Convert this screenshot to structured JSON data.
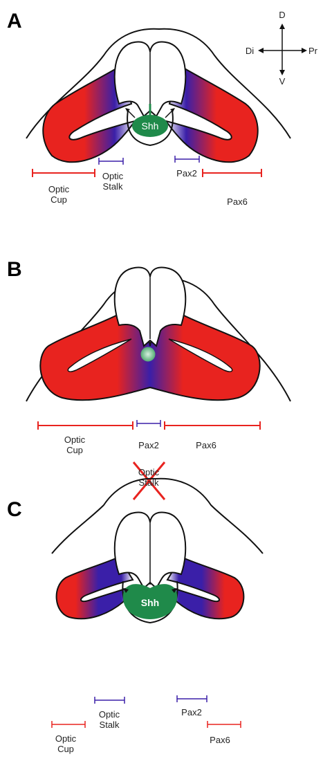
{
  "panels": [
    {
      "letter": "A",
      "shh_label": "Shh",
      "labels": {
        "optic_cup_line1": "Optic",
        "optic_cup_line2": "Cup",
        "optic_stalk_line1": "Optic",
        "optic_stalk_line2": "Stalk",
        "pax2": "Pax2",
        "pax6": "Pax6"
      }
    },
    {
      "letter": "B",
      "labels": {
        "optic_cup_line1": "Optic",
        "optic_cup_line2": "Cup",
        "pax2": "Pax2",
        "pax6": "Pax6",
        "optic_stalk_line1": "Optic",
        "optic_stalk_line2": "Stalk"
      }
    },
    {
      "letter": "C",
      "shh_label": "Shh",
      "labels": {
        "optic_stalk_line1": "Optic",
        "optic_stalk_line2": "Stalk",
        "pax2": "Pax2",
        "optic_cup_line1": "Optic",
        "optic_cup_line2": "Cup",
        "pax6": "Pax6"
      }
    }
  ],
  "axes": {
    "dorsal": "D",
    "ventral": "V",
    "distal": "Di",
    "proximal": "Pr"
  },
  "colors": {
    "pax6": "#e8231f",
    "pax2": "#3a1fa8",
    "shh": "#1f8a4a",
    "outline": "#111111"
  }
}
